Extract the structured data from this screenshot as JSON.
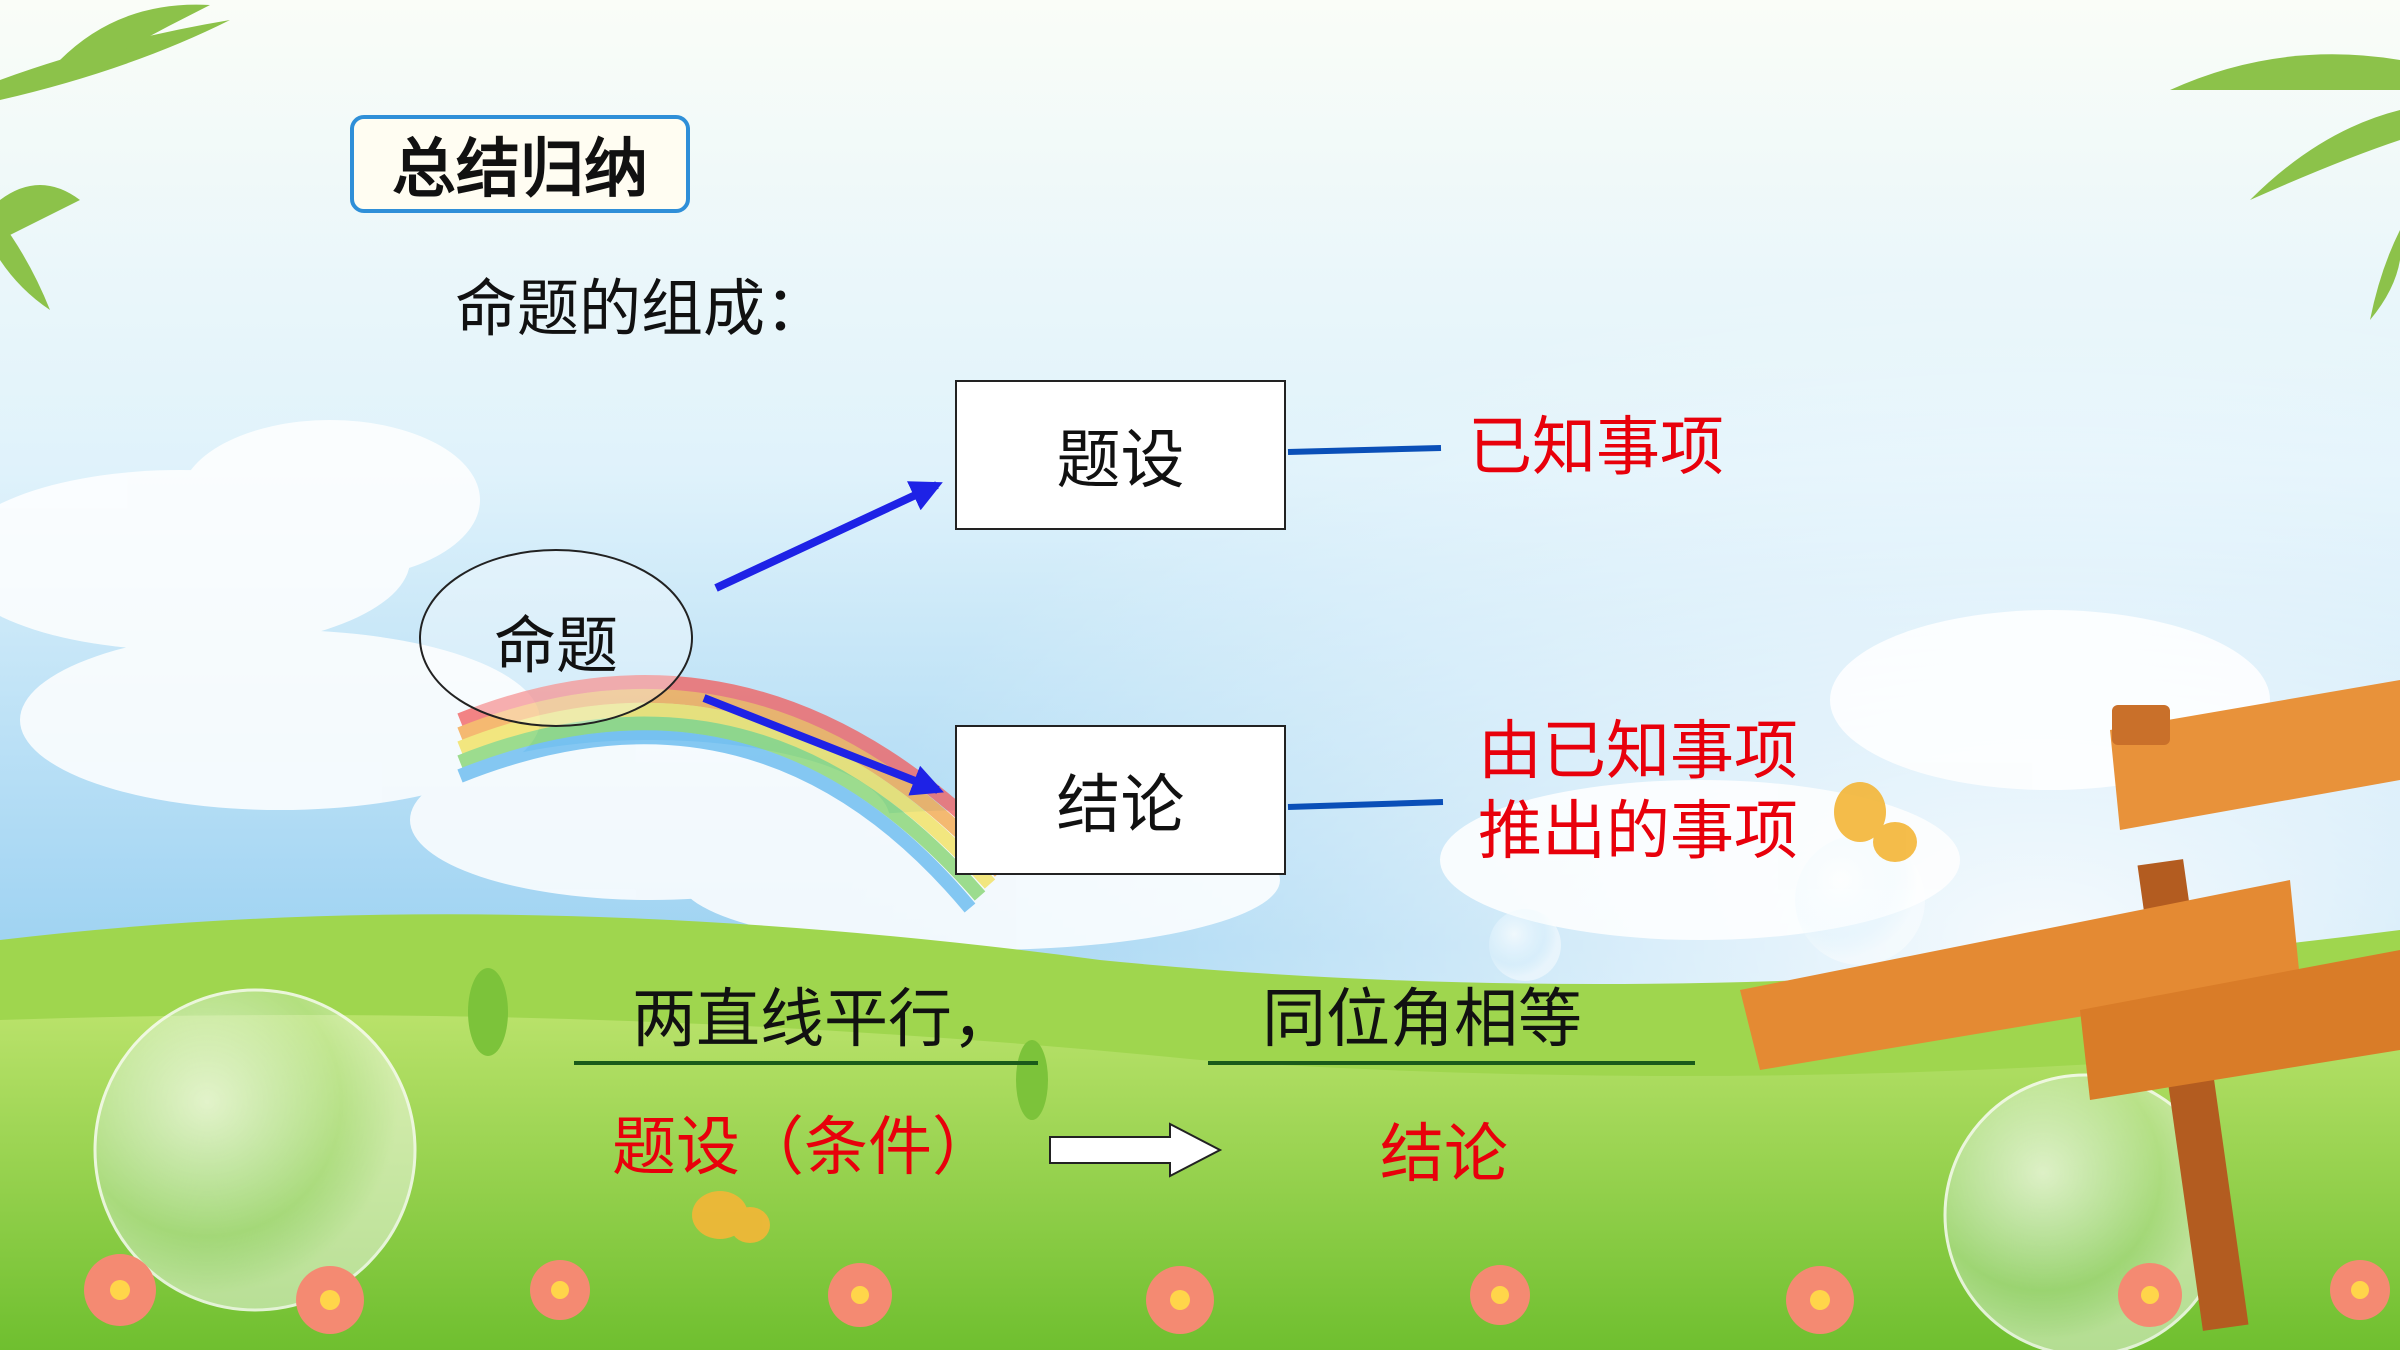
{
  "badge": {
    "title": "总结归纳"
  },
  "subtitle": "命题的组成：",
  "diagram": {
    "root": "命题",
    "premise_box": "题设",
    "conclusion_box": "结论",
    "premise_desc": "已知事项",
    "conclusion_desc_line1": "由已知事项",
    "conclusion_desc_line2": "推出的事项"
  },
  "example": {
    "premise_text": "两直线平行，",
    "conclusion_text": "同位角相等",
    "premise_label": "题设（条件）",
    "conclusion_label": "结论"
  },
  "colors": {
    "arrow": "#1e22e6",
    "connector": "#0a4fb8",
    "highlight": "#e8000b",
    "underline": "#1a5a1a"
  }
}
